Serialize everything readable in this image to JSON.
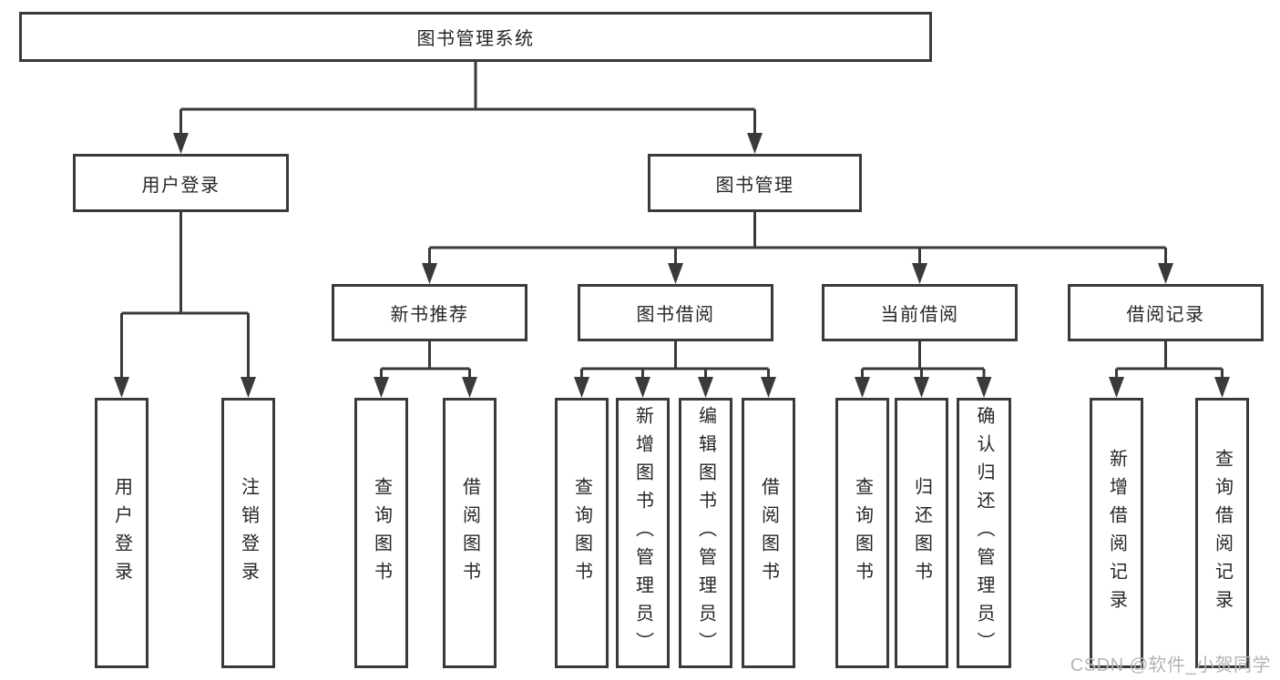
{
  "colors": {
    "line": "#3a3a3a",
    "text": "#262626",
    "watermark": "#b5b5b5",
    "background": "#ffffff"
  },
  "watermark": {
    "text": "CSDN @软件_小贺同学"
  },
  "tree": {
    "root": {
      "label": "图书管理系统"
    },
    "children": [
      {
        "label": "用户登录",
        "children": [
          {
            "label": "用户登录"
          },
          {
            "label": "注销登录"
          }
        ]
      },
      {
        "label": "图书管理",
        "children": [
          {
            "label": "新书推荐",
            "children": [
              {
                "label": "查询图书"
              },
              {
                "label": "借阅图书"
              }
            ]
          },
          {
            "label": "图书借阅",
            "children": [
              {
                "label": "查询图书"
              },
              {
                "label": "新增图书（管理员）"
              },
              {
                "label": "编辑图书（管理员）"
              },
              {
                "label": "借阅图书"
              }
            ]
          },
          {
            "label": "当前借阅",
            "children": [
              {
                "label": "查询图书"
              },
              {
                "label": "归还图书"
              },
              {
                "label": "确认归还（管理员）"
              }
            ]
          },
          {
            "label": "借阅记录",
            "children": [
              {
                "label": "新增借阅记录"
              },
              {
                "label": "查询借阅记录"
              }
            ]
          }
        ]
      }
    ]
  }
}
